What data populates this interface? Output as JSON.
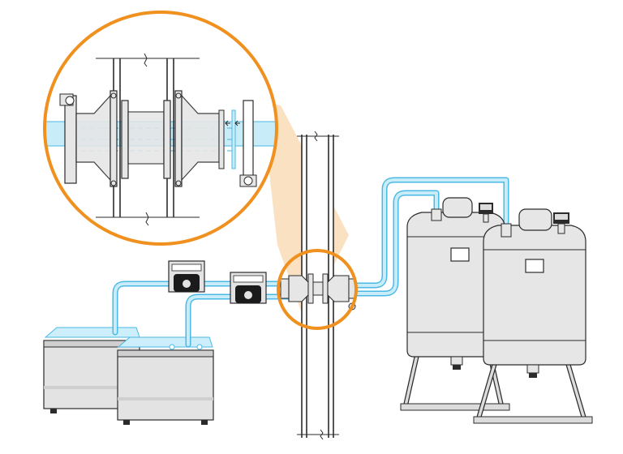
{
  "diagram": {
    "description_labels": [],
    "colors": {
      "background": "#ffffff",
      "magnifier_ring": "#f0901e",
      "magnifier_link": "#f6c98e",
      "tube_fill": "#c9ecf9",
      "tube_stroke": "#4bb9e6",
      "tube_dash": "#49b5e2",
      "machine_body": "#e6e6e6",
      "machine_shade": "#cfcfcf",
      "outline": "#2b2b2b",
      "pump_black": "#1b1b1b",
      "water": "#cdeefb",
      "frame_gray": "#dcdcdc"
    },
    "components": [
      {
        "name": "wall-pass-through",
        "icon": "vertical-wall"
      },
      {
        "name": "pipe-connector",
        "icon": "flanged-coupling"
      },
      {
        "name": "magnified-detail",
        "icon": "magnifier-circle"
      },
      {
        "name": "reservoir-left",
        "icon": "tank-box"
      },
      {
        "name": "reservoir-right",
        "icon": "tank-box"
      },
      {
        "name": "pump-left",
        "icon": "peristaltic-pump"
      },
      {
        "name": "pump-right",
        "icon": "peristaltic-pump"
      },
      {
        "name": "vessel-rear",
        "icon": "pressure-vessel"
      },
      {
        "name": "vessel-front",
        "icon": "pressure-vessel"
      }
    ]
  }
}
